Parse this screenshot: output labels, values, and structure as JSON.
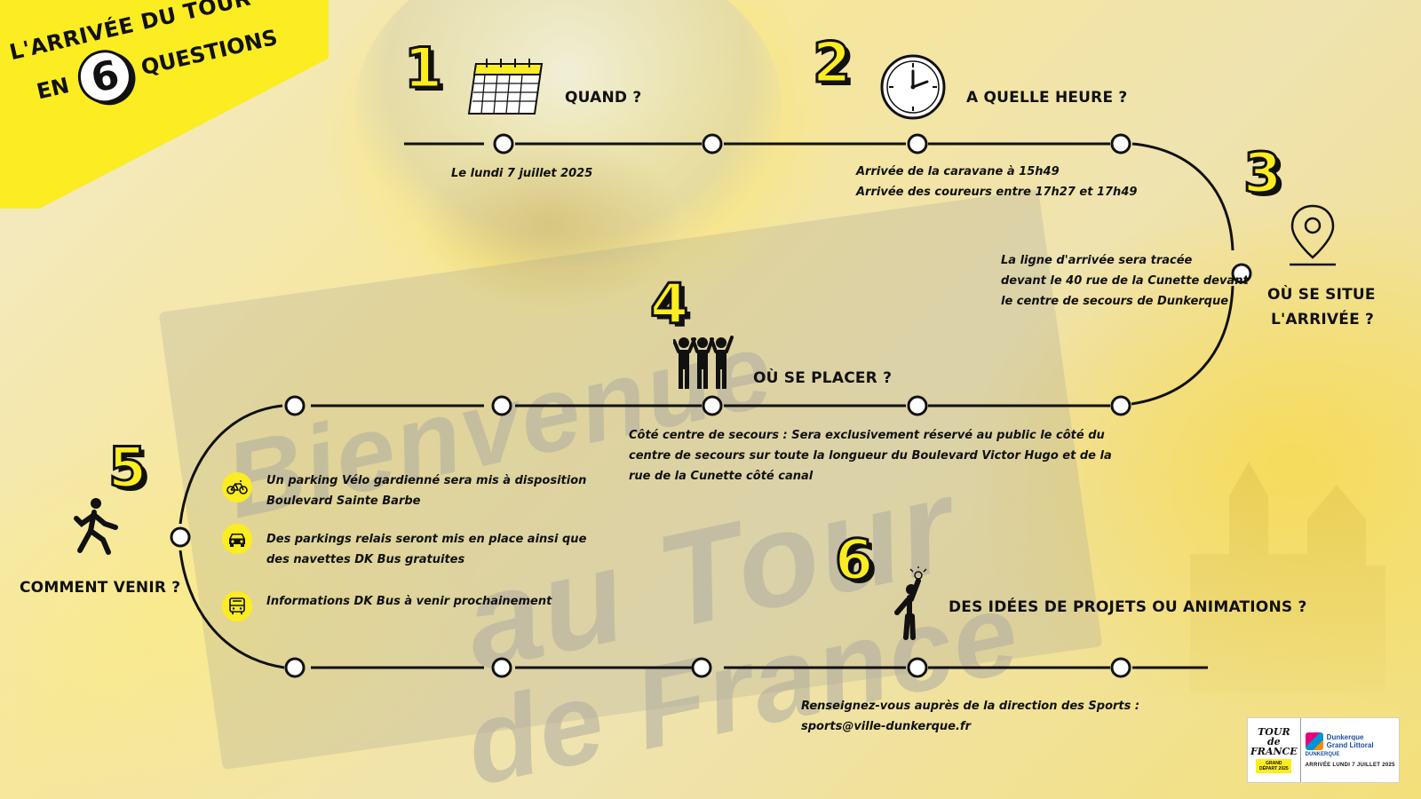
{
  "banner": {
    "line1": "L'ARRIVÉE DU TOUR",
    "line2_left": "EN",
    "number": "6",
    "line2_right": "QUESTIONS"
  },
  "background": {
    "word1": "Bienvenue",
    "word2": "au Tour",
    "word3": "de France"
  },
  "steps": [
    {
      "number": "1",
      "question": "QUAND ?",
      "icon": "calendar-icon",
      "answer": [
        "Le lundi 7 juillet 2025"
      ]
    },
    {
      "number": "2",
      "question": "A QUELLE HEURE ?",
      "icon": "clock-icon",
      "answer": [
        "Arrivée de la caravane à  15h49",
        "Arrivée des coureurs  entre 17h27 et 17h49"
      ]
    },
    {
      "number": "3",
      "question_line1": "OÙ SE SITUE",
      "question_line2": "L'ARRIVÉE ?",
      "icon": "location-pin-icon",
      "answer": [
        "La ligne d'arrivée sera tracée",
        "devant le 40 rue de la Cunette devant",
        "le centre de secours de  Dunkerque"
      ]
    },
    {
      "number": "4",
      "question": "OÙ SE PLACER ?",
      "icon": "crowd-icon",
      "answer": [
        "Côté centre de secours : Sera exclusivement réservé au public le côté du",
        "centre de secours sur toute la longueur du Boulevard Victor Hugo et de la",
        "rue de la Cunette côté canal"
      ]
    },
    {
      "number": "5",
      "question": "COMMENT VENIR ?",
      "icon": "walking-person-icon",
      "items": [
        {
          "icon": "bicycle-icon",
          "lines": [
            "Un parking Vélo gardienné sera mis à disposition",
            " Boulevard Sainte Barbe"
          ]
        },
        {
          "icon": "car-icon",
          "lines": [
            "Des parkings relais  seront mis en place ainsi que",
            "des navettes DK Bus gratuites"
          ]
        },
        {
          "icon": "bus-icon",
          "lines": [
            "Informations DK Bus à venir prochainement"
          ]
        }
      ]
    },
    {
      "number": "6",
      "question": "DES IDÉES DE PROJETS OU ANIMATIONS ?",
      "icon": "idea-person-icon",
      "answer": [
        "Renseignez-vous auprès de la direction des Sports :",
        "sports@ville-dunkerque.fr"
      ]
    }
  ],
  "logos": {
    "tdf_word": "TOUR de FRANCE",
    "tdf_tag": "GRAND DÉPART 2025",
    "dk_name_1": "Dunkerque",
    "dk_name_2": "Grand Littoral",
    "dk_city": "DUNKERQUE",
    "date_line": "ARRIVÉE LUNDI 7 JUILLET 2025"
  },
  "colors": {
    "accent_yellow": "#fbed21",
    "ink": "#111111",
    "background": "#f3ecc4"
  }
}
